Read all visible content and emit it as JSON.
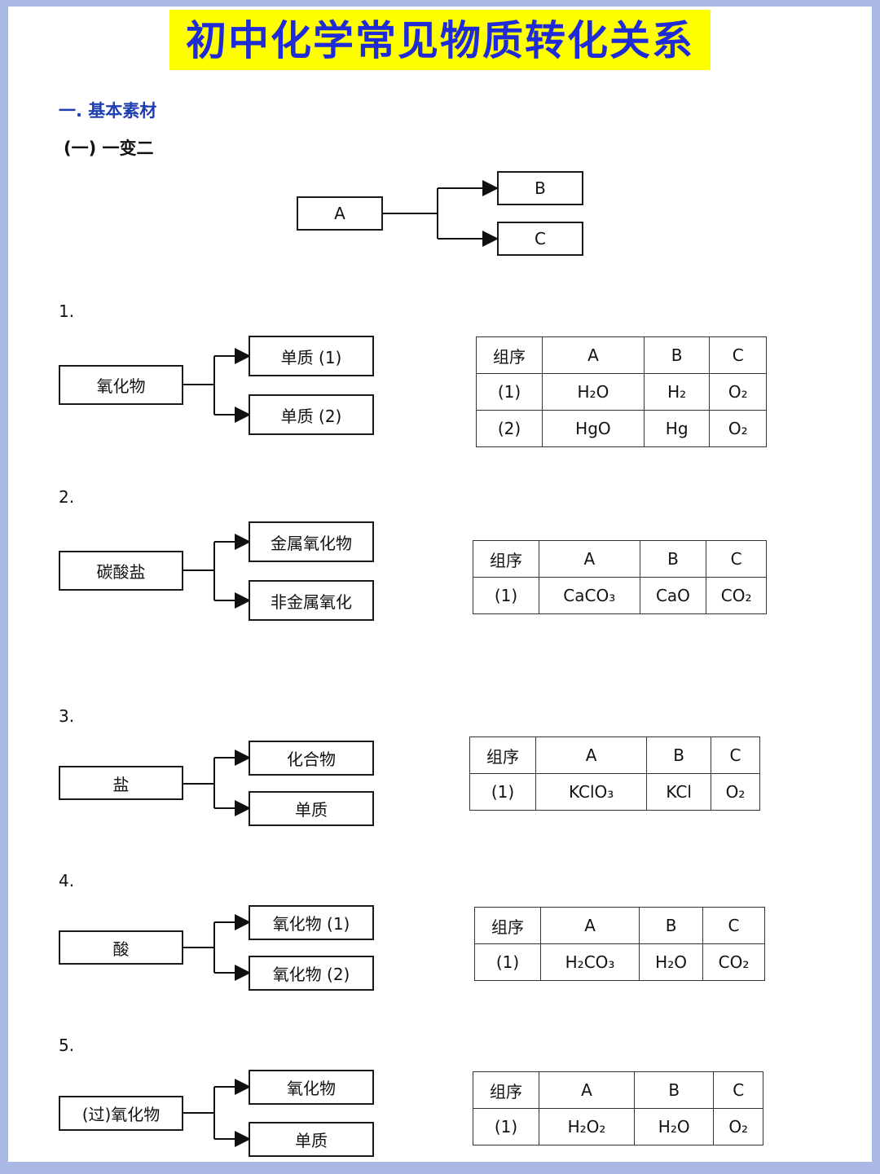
{
  "title": "初中化学常见物质转化关系",
  "section": "一. 基本素材",
  "subsection": "(一) 一变二",
  "overview": {
    "a": "A",
    "b": "B",
    "c": "C"
  },
  "header": {
    "col0": "组序",
    "col1": "A",
    "col2": "B",
    "col3": "C"
  },
  "groups": [
    {
      "number": "1.",
      "source": "氧化物",
      "top": "单质 (1)",
      "bottom": "单质 (2)",
      "rows": [
        {
          "idx": "(1)",
          "a": "H₂O",
          "b": "H₂",
          "c": "O₂"
        },
        {
          "idx": "(2)",
          "a": "HgO",
          "b": "Hg",
          "c": "O₂"
        }
      ]
    },
    {
      "number": "2.",
      "source": "碳酸盐",
      "top": "金属氧化物",
      "bottom": "非金属氧化",
      "rows": [
        {
          "idx": "(1)",
          "a": "CaCO₃",
          "b": "CaO",
          "c": "CO₂"
        }
      ]
    },
    {
      "number": "3.",
      "source": "盐",
      "top": "化合物",
      "bottom": "单质",
      "rows": [
        {
          "idx": "(1)",
          "a": "KClO₃",
          "b": "KCl",
          "c": "O₂"
        }
      ]
    },
    {
      "number": "4.",
      "source": "酸",
      "top": "氧化物 (1)",
      "bottom": "氧化物 (2)",
      "rows": [
        {
          "idx": "(1)",
          "a": "H₂CO₃",
          "b": "H₂O",
          "c": "CO₂"
        }
      ]
    },
    {
      "number": "5.",
      "source": "(过)氧化物",
      "top": "氧化物",
      "bottom": "单质",
      "rows": [
        {
          "idx": "(1)",
          "a": "H₂O₂",
          "b": "H₂O",
          "c": "O₂"
        }
      ]
    }
  ]
}
